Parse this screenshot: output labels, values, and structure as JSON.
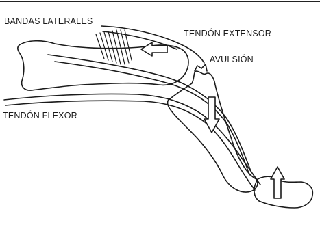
{
  "labels": {
    "lateral_bands": "BANDAS LATERALES",
    "extensor_tendon": "TENDÓN EXTENSOR",
    "avulsion": "AVULSIÓN",
    "flexor_tendon": "TENDÓN FLEXOR"
  },
  "colors": {
    "line": "#1a1a1a",
    "background": "#ffffff"
  }
}
